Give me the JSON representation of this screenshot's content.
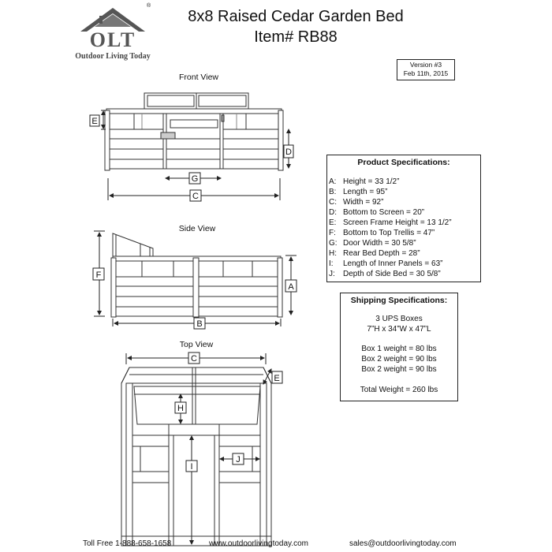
{
  "logo": {
    "abbr": "OLT",
    "tagline": "Outdoor Living Today",
    "registered": "®"
  },
  "title": {
    "line1": "8x8 Raised Cedar Garden Bed",
    "line2": "Item# RB88"
  },
  "version": {
    "line1": "Version #3",
    "line2": "Feb 11th, 2015"
  },
  "views": {
    "front": "Front View",
    "side": "Side View",
    "top": "Top View"
  },
  "dimension_markers": {
    "front": [
      "E",
      "D",
      "G",
      "C"
    ],
    "side": [
      "F",
      "A",
      "B"
    ],
    "top": [
      "C",
      "E",
      "H",
      "I",
      "J"
    ]
  },
  "product_specs": {
    "title": "Product Specifications:",
    "items": [
      {
        "letter": "A:",
        "text": "Height = 33 1/2”"
      },
      {
        "letter": "B:",
        "text": "Length = 95”"
      },
      {
        "letter": "C:",
        "text": "Width = 92”"
      },
      {
        "letter": "D:",
        "text": "Bottom to Screen = 20”"
      },
      {
        "letter": "E:",
        "text": "Screen Frame Height = 13 1/2”"
      },
      {
        "letter": "F:",
        "text": "Bottom to Top Trellis = 47”"
      },
      {
        "letter": "G:",
        "text": "Door Width = 30 5/8”"
      },
      {
        "letter": "H:",
        "text": "Rear Bed Depth = 28”"
      },
      {
        "letter": "I:",
        "text": "Length of Inner Panels = 63”"
      },
      {
        "letter": "J:",
        "text": "Depth of Side Bed = 30 5/8”"
      }
    ]
  },
  "shipping_specs": {
    "title": "Shipping Specifications:",
    "boxes": "3 UPS Boxes",
    "box_dims": "7”H x 34”W x 47”L",
    "weights": [
      "Box 1 weight = 80 lbs",
      "Box 2 weight = 90 lbs",
      "Box 2 weight = 90 lbs"
    ],
    "total": "Total Weight = 260 lbs"
  },
  "footer": {
    "phone": "Toll Free 1-888-658-1658",
    "website": "www.outdoorlivingtoday.com",
    "email": "sales@outdoorlivingtoday.com"
  }
}
